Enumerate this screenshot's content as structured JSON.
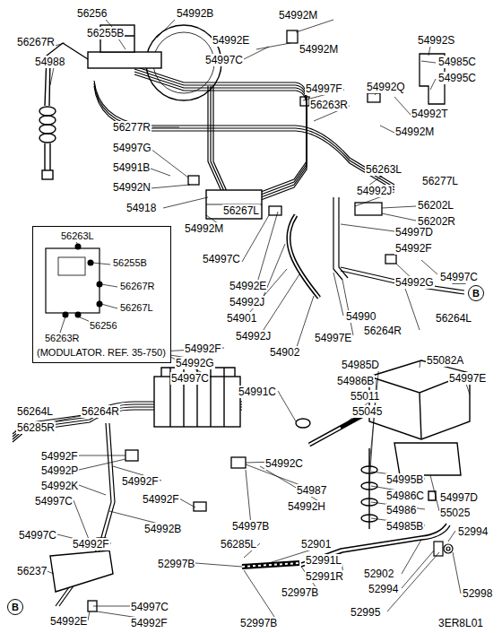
{
  "diagram": {
    "nodes": [
      {
        "text": [
          "56263L",
          "56255B",
          "56267R",
          "56267L",
          "56256",
          "56263R",
          "(MODULATOR. REF. 35-750)"
        ]
      },
      {
        "text": [
          "B"
        ]
      },
      {
        "text": [
          "B"
        ]
      }
    ],
    "labels": [
      "56256",
      "54992B",
      "54992M",
      "56255B",
      "56267R",
      "54992E",
      "54992S",
      "54992M",
      "54988",
      "54997C",
      "54985C",
      "54995C",
      "54992Q",
      "54997F",
      "56263R",
      "54992T",
      "56277R",
      "54992M",
      "54997G",
      "54991B",
      "56263L",
      "56277L",
      "54992N",
      "54992J",
      "56202L",
      "54918",
      "56267L",
      "56202R",
      "54992M",
      "54997D",
      "54992F",
      "54997C",
      "54997C",
      "54992G",
      "54992E",
      "54992J",
      "54990",
      "54901",
      "56264L",
      "56264R",
      "54992J",
      "54997E",
      "54992F",
      "54902",
      "54992G",
      "54985D",
      "55082A",
      "54997C",
      "54986B",
      "54997E",
      "54991C",
      "55011",
      "56264L",
      "56264R",
      "55045",
      "56285R",
      "54992F",
      "54992C",
      "54992P",
      "54995B",
      "54992F",
      "54992K",
      "54987",
      "54986C",
      "54997D",
      "54992F",
      "54997C",
      "54992H",
      "54986",
      "55025",
      "54985B",
      "54997B",
      "54992B",
      "52994",
      "54997C",
      "54992F",
      "56285L",
      "52901",
      "52991L",
      "52997B",
      "56237",
      "52902",
      "52991R",
      "52994",
      "52997B",
      "52998",
      "54997C",
      "52995",
      "54992E",
      "54992F",
      "52997B",
      "3ER8L01"
    ]
  }
}
